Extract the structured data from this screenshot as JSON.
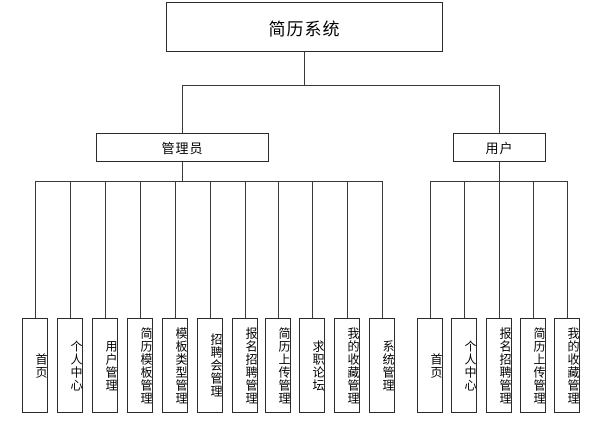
{
  "diagram": {
    "title_node": "简历系统",
    "branches": [
      {
        "label": "管理员",
        "children": [
          "首页",
          "个人中心",
          "用户管理",
          "简历模板管理",
          "模板类型管理",
          "招聘会管理",
          "报名招聘管理",
          "简历上传管理",
          "求职论坛",
          "我的收藏管理",
          "系统管理"
        ]
      },
      {
        "label": "用户",
        "children": [
          "首页",
          "个人中心",
          "报名招聘管理",
          "简历上传管理",
          "我的收藏管理"
        ]
      }
    ],
    "colors": {
      "line": "#3a3a3a",
      "border": "#2b2b2b",
      "background": "#ffffff",
      "text": "#000000"
    }
  }
}
